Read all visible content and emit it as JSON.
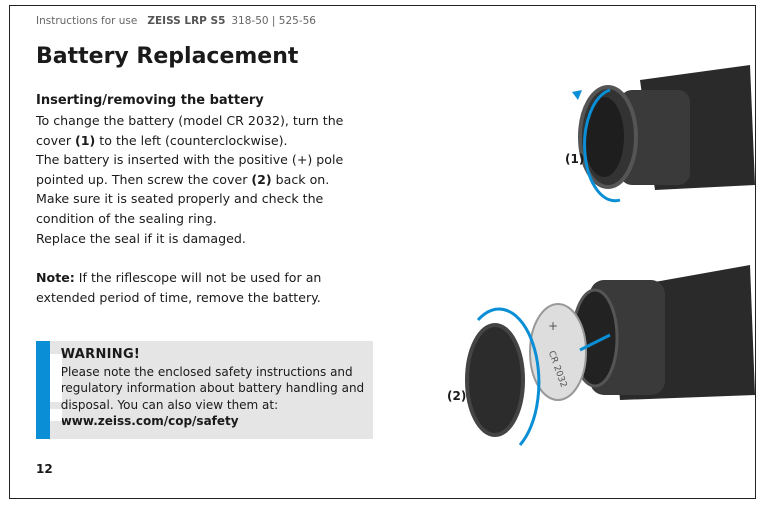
{
  "header": {
    "doc_type": "Instructions for use",
    "product": "ZEISS LRP S5",
    "codes": "318-50 | 525-56"
  },
  "title": "Battery Replacement",
  "section": {
    "heading": "Inserting/removing the battery",
    "lines": [
      [
        "To change the battery (model CR 2032), turn the"
      ],
      [
        "cover ",
        "(1)",
        " to the left (counterclockwise)."
      ],
      [
        "The battery is inserted with the positive (+) pole"
      ],
      [
        "pointed up. Then screw the cover ",
        "(2)",
        " back on."
      ],
      [
        "Make sure it is seated properly and check the"
      ],
      [
        "condition of the sealing ring."
      ],
      [
        "Replace the seal if it is damaged."
      ]
    ]
  },
  "note": {
    "label": "Note:",
    "text": " If the riflescope will not be used for an extended period of time, remove the battery."
  },
  "warning": {
    "title": "WARNING!",
    "text": "Please note the enclosed safety instructions and regulatory information about battery handling and disposal. You can also view them at: ",
    "link": "www.zeiss.com/cop/safety",
    "icon": "exclamation-icon",
    "color": "#0a8fd6"
  },
  "figures": {
    "label1": "(1)",
    "label2": "(2)",
    "battery_text": "CR 2032",
    "battery_plus": "+"
  },
  "page_number": "12"
}
